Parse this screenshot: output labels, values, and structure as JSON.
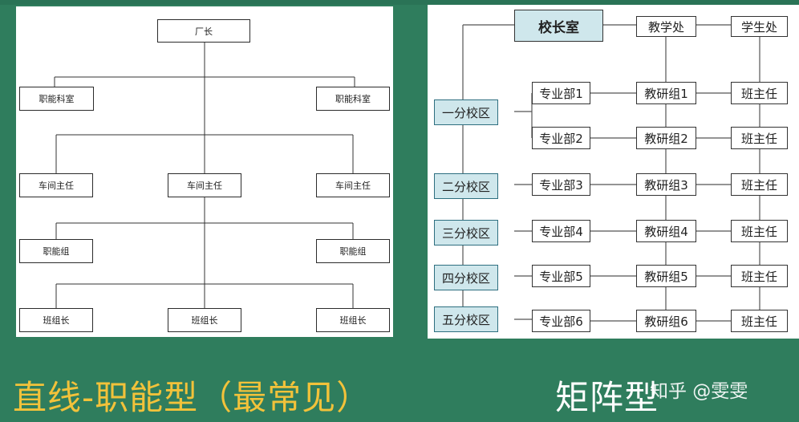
{
  "left_chart": {
    "factory_head": "厂长",
    "functional_office_left": "职能科室",
    "functional_office_right": "职能科室",
    "workshop_left": "车间主任",
    "workshop_center": "车间主任",
    "workshop_right": "车间主任",
    "functional_group_left": "职能组",
    "functional_group_right": "职能组",
    "team_leader_left": "班组长",
    "team_leader_center": "班组长",
    "team_leader_right": "班组长",
    "caption": "直线-职能型（最常见）"
  },
  "right_chart": {
    "principal_office": "校长室",
    "academic_office": "教学处",
    "student_office": "学生处",
    "campuses": [
      "一分校区",
      "二分校区",
      "三分校区",
      "四分校区",
      "五分校区"
    ],
    "departments": [
      "专业部1",
      "专业部2",
      "专业部3",
      "专业部4",
      "专业部5",
      "专业部6"
    ],
    "teaching_groups": [
      "教研组1",
      "教研组2",
      "教研组3",
      "教研组4",
      "教研组5",
      "教研组6"
    ],
    "head_teachers": [
      "班主任",
      "班主任",
      "班主任",
      "班主任",
      "班主任",
      "班主任"
    ],
    "caption": "矩阵型"
  },
  "watermark": "知乎 @雯雯"
}
